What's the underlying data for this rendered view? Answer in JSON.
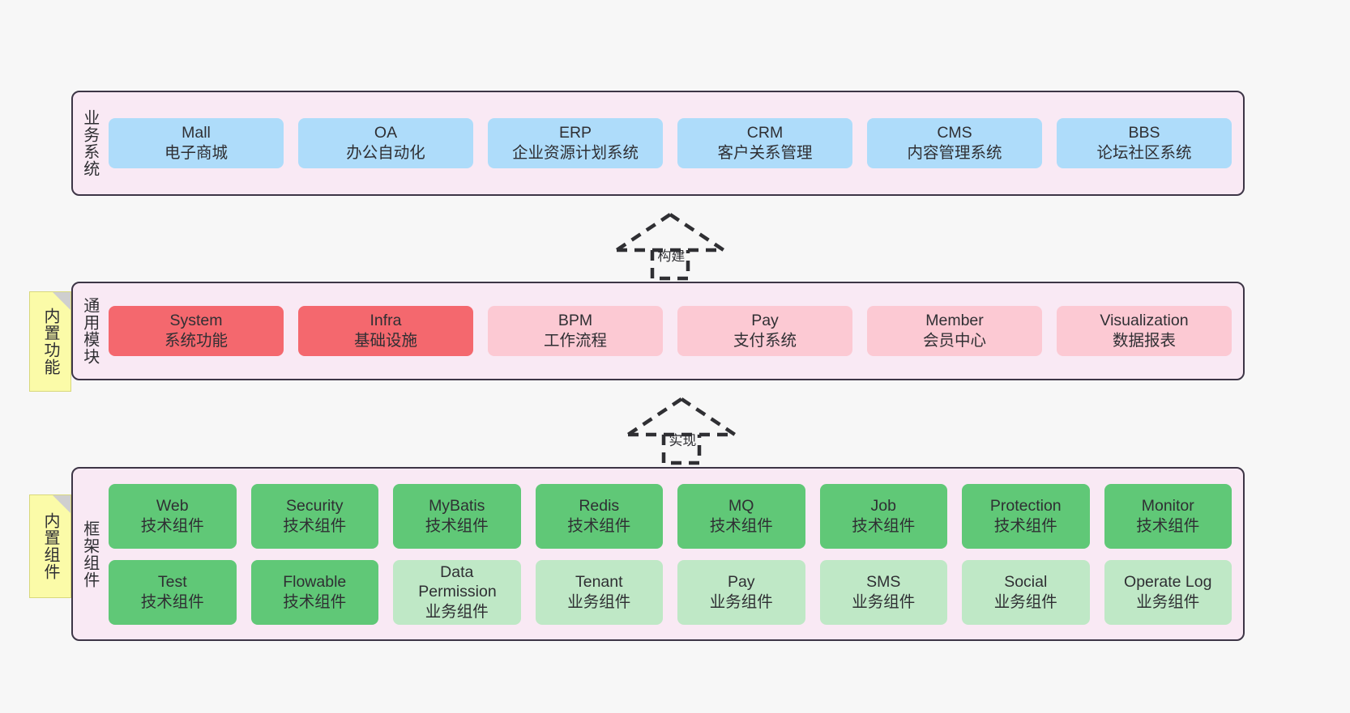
{
  "diagram": {
    "background_color": "#f7f7f7",
    "layer_fill": "#f9e9f4",
    "layer_border": "#3d3546"
  },
  "layers": [
    {
      "id": "business",
      "title": "业务系统",
      "rows": [
        {
          "cells": [
            {
              "en": "Mall",
              "cn": "电子商城",
              "color": "#aedcfa",
              "style": "c-blue"
            },
            {
              "en": "OA",
              "cn": "办公自动化",
              "color": "#aedcfa",
              "style": "c-blue"
            },
            {
              "en": "ERP",
              "cn": "企业资源计划系统",
              "color": "#aedcfa",
              "style": "c-blue"
            },
            {
              "en": "CRM",
              "cn": "客户关系管理",
              "color": "#aedcfa",
              "style": "c-blue"
            },
            {
              "en": "CMS",
              "cn": "内容管理系统",
              "color": "#aedcfa",
              "style": "c-blue"
            },
            {
              "en": "BBS",
              "cn": "论坛社区系统",
              "color": "#aedcfa",
              "style": "c-blue"
            }
          ]
        }
      ]
    },
    {
      "id": "common-modules",
      "title": "通用模块",
      "note": "内置功能",
      "rows": [
        {
          "cells": [
            {
              "en": "System",
              "cn": "系统功能",
              "color": "#f4686e",
              "style": "c-red"
            },
            {
              "en": "Infra",
              "cn": "基础设施",
              "color": "#f4686e",
              "style": "c-red"
            },
            {
              "en": "BPM",
              "cn": "工作流程",
              "color": "#fcc9d3",
              "style": "c-pink"
            },
            {
              "en": "Pay",
              "cn": "支付系统",
              "color": "#fcc9d3",
              "style": "c-pink"
            },
            {
              "en": "Member",
              "cn": "会员中心",
              "color": "#fcc9d3",
              "style": "c-pink"
            },
            {
              "en": "Visualization",
              "cn": "数据报表",
              "color": "#fcc9d3",
              "style": "c-pink"
            }
          ]
        }
      ]
    },
    {
      "id": "framework-components",
      "title": "框架组件",
      "note": "内置组件",
      "rows": [
        {
          "cells": [
            {
              "en": "Web",
              "cn": "技术组件",
              "color": "#60c877",
              "style": "c-green"
            },
            {
              "en": "Security",
              "cn": "技术组件",
              "color": "#60c877",
              "style": "c-green"
            },
            {
              "en": "MyBatis",
              "cn": "技术组件",
              "color": "#60c877",
              "style": "c-green"
            },
            {
              "en": "Redis",
              "cn": "技术组件",
              "color": "#60c877",
              "style": "c-green"
            },
            {
              "en": "MQ",
              "cn": "技术组件",
              "color": "#60c877",
              "style": "c-green"
            },
            {
              "en": "Job",
              "cn": "技术组件",
              "color": "#60c877",
              "style": "c-green"
            },
            {
              "en": "Protection",
              "cn": "技术组件",
              "color": "#60c877",
              "style": "c-green"
            },
            {
              "en": "Monitor",
              "cn": "技术组件",
              "color": "#60c877",
              "style": "c-green"
            }
          ]
        },
        {
          "cells": [
            {
              "en": "Test",
              "cn": "技术组件",
              "color": "#60c877",
              "style": "c-green"
            },
            {
              "en": "Flowable",
              "cn": "技术组件",
              "color": "#60c877",
              "style": "c-green"
            },
            {
              "en": "Data Permission",
              "cn": "业务组件",
              "color": "#bfe8c6",
              "style": "c-green-light"
            },
            {
              "en": "Tenant",
              "cn": "业务组件",
              "color": "#bfe8c6",
              "style": "c-green-light"
            },
            {
              "en": "Pay",
              "cn": "业务组件",
              "color": "#bfe8c6",
              "style": "c-green-light"
            },
            {
              "en": "SMS",
              "cn": "业务组件",
              "color": "#bfe8c6",
              "style": "c-green-light"
            },
            {
              "en": "Social",
              "cn": "业务组件",
              "color": "#bfe8c6",
              "style": "c-green-light"
            },
            {
              "en": "Operate Log",
              "cn": "业务组件",
              "color": "#bfe8c6",
              "style": "c-green-light"
            }
          ]
        }
      ]
    }
  ],
  "connectors": [
    {
      "id": "build",
      "label": "构建",
      "from": "common-modules",
      "to": "business"
    },
    {
      "id": "implement",
      "label": "实现",
      "from": "framework-components",
      "to": "common-modules"
    }
  ]
}
